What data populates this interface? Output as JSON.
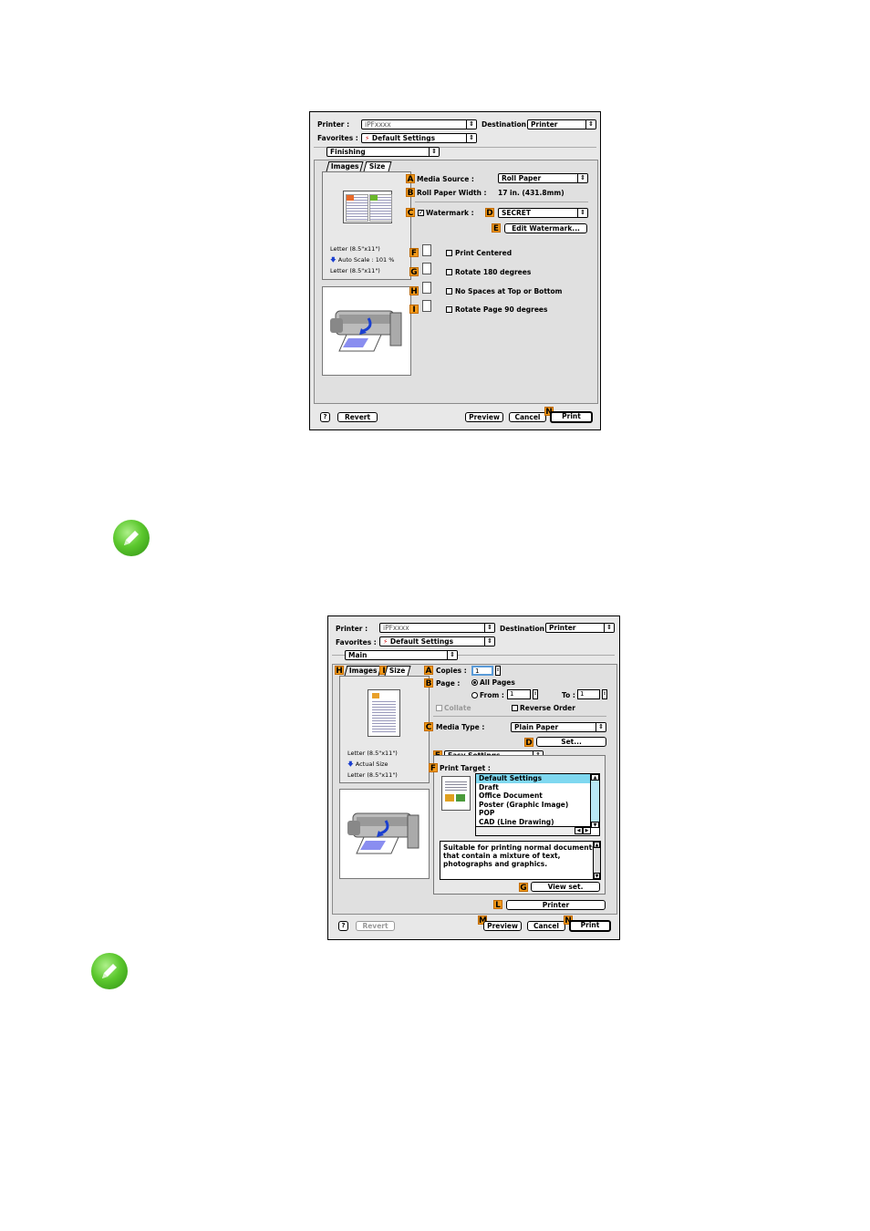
{
  "dialog1": {
    "printer_label": "Printer :",
    "printer_value": "iPFxxxx",
    "destination_label": "Destination :",
    "destination_value": "Printer",
    "favorites_label": "Favorites :",
    "favorites_value": "Default Settings",
    "panel_popup": "Finishing",
    "tabs": [
      "Images",
      "Size"
    ],
    "preview_lines": [
      "Letter (8.5\"x11\")",
      "Auto Scale : 101 %",
      "Letter (8.5\"x11\")"
    ],
    "media_source_label": "Media Source :",
    "media_source_value": "Roll Paper",
    "roll_width_label": "Roll Paper Width :",
    "roll_width_value": "17 in. (431.8mm)",
    "watermark_label": "Watermark :",
    "watermark_checked": true,
    "watermark_value": "SECRET",
    "edit_watermark_button": "Edit Watermark...",
    "options": [
      {
        "mark": "F",
        "label": "Print Centered"
      },
      {
        "mark": "G",
        "label": "Rotate 180 degrees"
      },
      {
        "mark": "H",
        "label": "No Spaces at Top or Bottom"
      },
      {
        "mark": "I",
        "label": "Rotate Page 90 degrees"
      }
    ],
    "marks": {
      "a": "A",
      "b": "B",
      "c": "C",
      "d": "D",
      "e": "E",
      "n": "N"
    },
    "revert_button": "Revert",
    "preview_button": "Preview",
    "cancel_button": "Cancel",
    "print_button": "Print",
    "help_glyph": "?"
  },
  "dialog2": {
    "printer_label": "Printer :",
    "printer_value": "iPFxxxx",
    "destination_label": "Destination :",
    "destination_value": "Printer",
    "favorites_label": "Favorites :",
    "favorites_value": "Default Settings",
    "panel_popup": "Main",
    "tabs": [
      "Images",
      "Size"
    ],
    "preview_lines": [
      "Letter (8.5\"x11\")",
      "Actual Size",
      "Letter (8.5\"x11\")"
    ],
    "copies_label": "Copies :",
    "copies_value": "1",
    "page_label": "Page :",
    "all_pages_label": "All Pages",
    "from_label": "From :",
    "from_value": "1",
    "to_label": "To :",
    "to_value": "1",
    "collate_label": "Collate",
    "reverse_order_label": "Reverse Order",
    "media_type_label": "Media Type :",
    "media_type_value": "Plain Paper",
    "set_button": "Set...",
    "easy_settings_value": "Easy Settings",
    "print_target_label": "Print Target :",
    "print_targets": [
      "Default Settings",
      "Draft",
      "Office Document",
      "Poster (Graphic Image)",
      "POP",
      "CAD (Line Drawing)"
    ],
    "description_lines": [
      "Suitable for printing normal documents",
      "that contain a mixture of text,",
      "photographs and graphics."
    ],
    "view_set_button": "View set.",
    "printer_button": "Printer",
    "marks": {
      "a": "A",
      "b": "B",
      "c": "C",
      "d": "D",
      "e": "E",
      "f": "F",
      "g": "G",
      "h": "H",
      "i": "I",
      "l": "L",
      "m": "M",
      "n": "N"
    },
    "revert_button": "Revert",
    "preview_button": "Preview",
    "cancel_button": "Cancel",
    "print_button": "Print",
    "help_glyph": "?"
  },
  "colors": {
    "mark": "#f29a1a",
    "selection": "#7fd8f0",
    "note": "#5cc82e"
  }
}
